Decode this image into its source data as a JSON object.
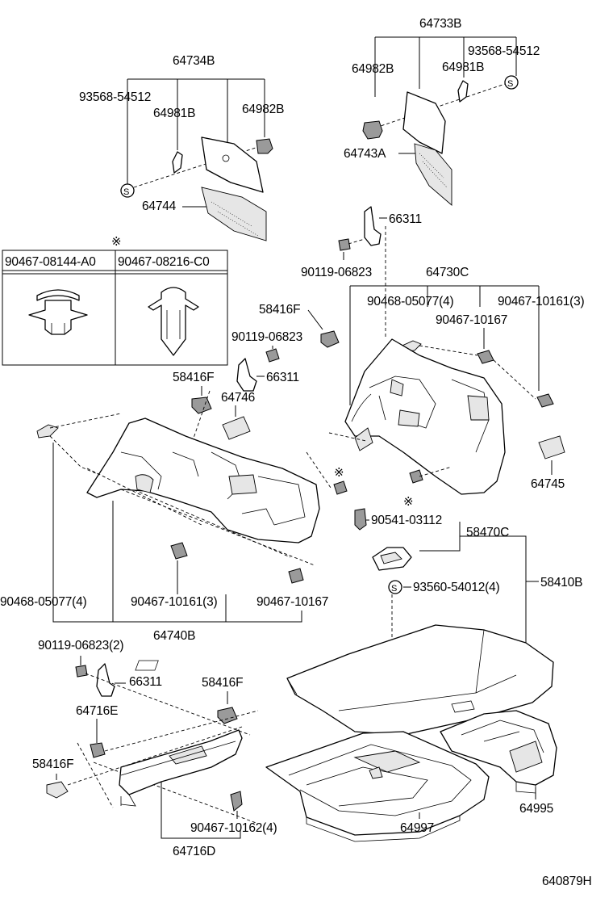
{
  "diagram": {
    "drawing_ref": "640879H",
    "callouts": {
      "p64733B": "64733B",
      "p64982B_r": "64982B",
      "p93568_r": "93568-54512",
      "p64981B_r": "64981B",
      "p64743A": "64743A",
      "p64734B": "64734B",
      "p93568_l": "93568-54512",
      "p64981B_l": "64981B",
      "p64982B_l": "64982B",
      "p64744": "64744",
      "p66311_a": "66311",
      "p90119_a": "90119-06823",
      "p64730C": "64730C",
      "p90468_r": "90468-05077(4)",
      "p90467_10161_r": "90467-10161(3)",
      "p90467_10167_r": "90467-10167",
      "p58416F_a": "58416F",
      "p90119_b": "90119-06823",
      "p58416F_b": "58416F",
      "p66311_b": "66311",
      "p64746": "64746",
      "p64745": "64745",
      "p90541": "90541-03112",
      "p58470C": "58470C",
      "p93560": "93560-54012(4)",
      "p58410B": "58410B",
      "p90468_l": "90468-05077(4)",
      "p90467_10161_l": "90467-10161(3)",
      "p90467_10167_l": "90467-10167",
      "p64740B": "64740B",
      "p90119_c": "90119-06823(2)",
      "p66311_c": "66311",
      "p58416F_c": "58416F",
      "p64716E": "64716E",
      "p58416F_d": "58416F",
      "p90467_10162": "90467-10162(4)",
      "p64716D": "64716D",
      "p64995": "64995",
      "p64997": "64997"
    },
    "inset": {
      "note_mark": "※",
      "col1": "90467-08144-A0",
      "col2": "90467-08216-C0"
    },
    "marks": {
      "note_a": "※",
      "note_b": "※",
      "s_symbol": "S"
    }
  }
}
